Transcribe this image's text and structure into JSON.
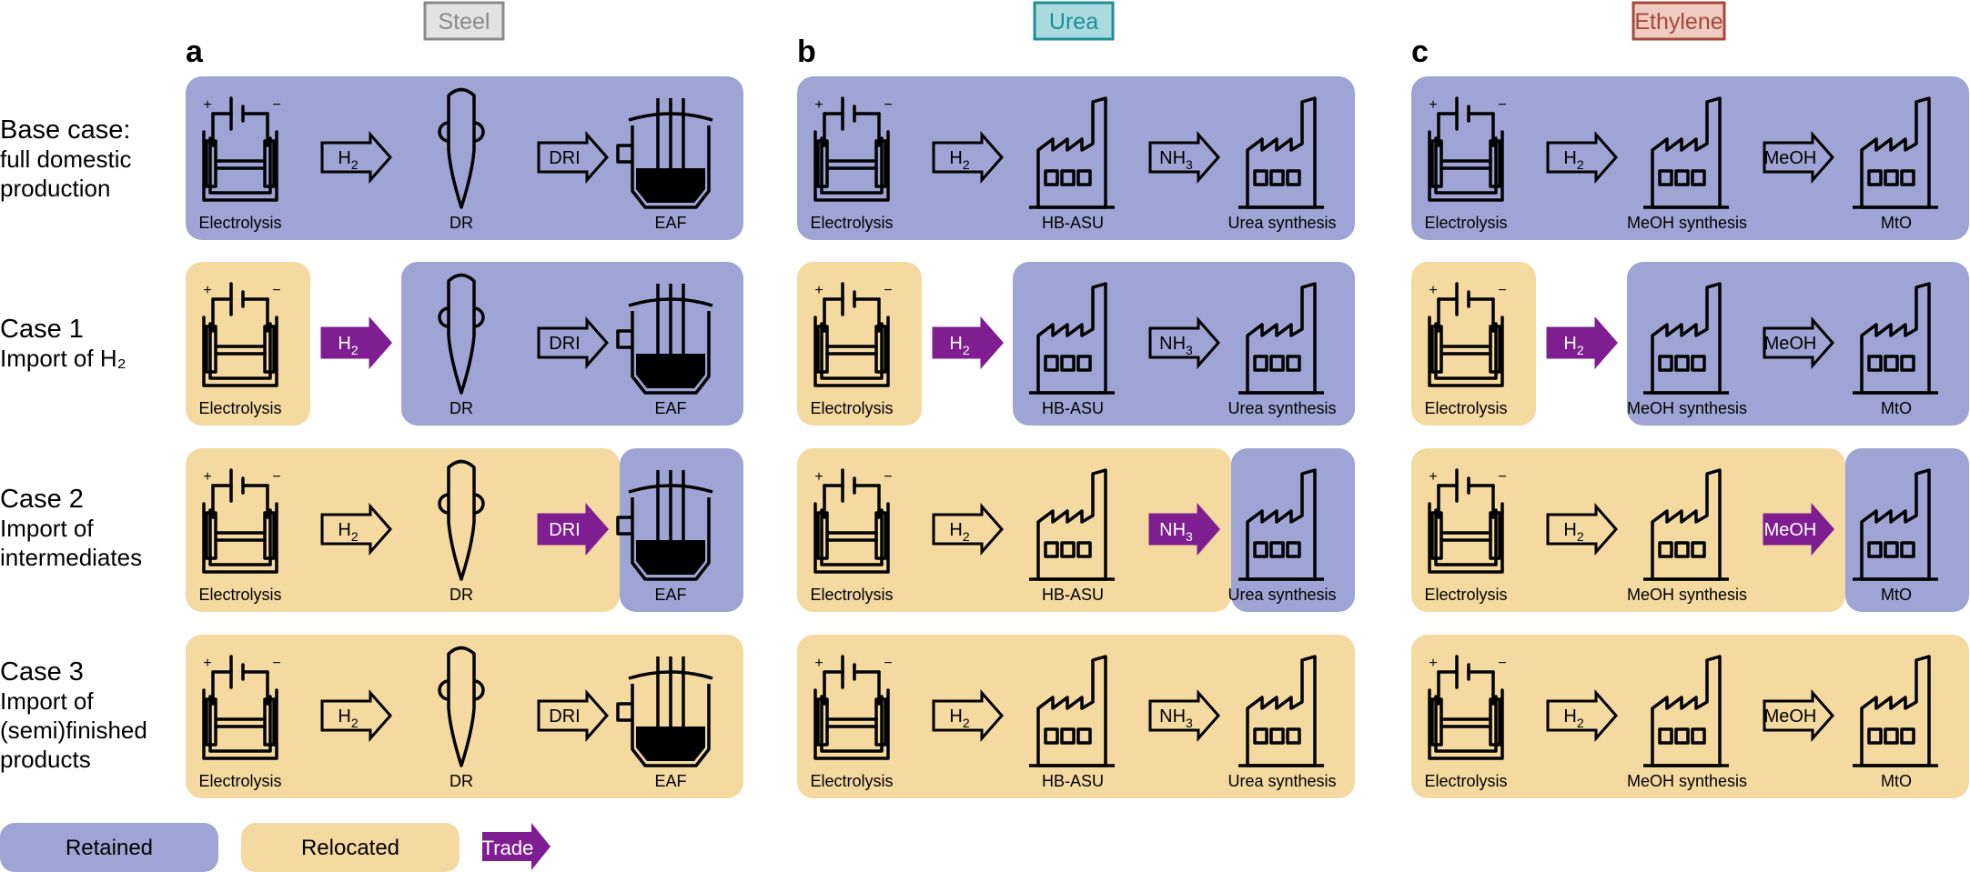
{
  "columns": [
    {
      "letter": "a",
      "name": "Steel",
      "border": "#8a8a8a",
      "fill": "#e2e2e2",
      "text": "#8a8a8a"
    },
    {
      "letter": "b",
      "name": "Urea",
      "border": "#1f8e97",
      "fill": "#a9dbdf",
      "text": "#1f8e97"
    },
    {
      "letter": "c",
      "name": "Ethylene",
      "border": "#a44a3b",
      "fill": "#efcbc2",
      "text": "#a44a3b"
    }
  ],
  "rows": [
    {
      "title": "Base case:",
      "lines": [
        "full domestic",
        "production"
      ]
    },
    {
      "title": "Case 1",
      "lines": [
        "Import of H₂"
      ]
    },
    {
      "title": "Case 2",
      "lines": [
        "Import of",
        "intermediates"
      ]
    },
    {
      "title": "Case 3",
      "lines": [
        "Import of",
        "(semi)finished",
        "products"
      ]
    }
  ],
  "chains": [
    {
      "stages": [
        "Electrolysis",
        "DR",
        "EAF"
      ],
      "icons": [
        "electrolyzer-icon",
        "shaft-furnace-icon",
        "arc-furnace-icon"
      ],
      "arrows": [
        {
          "main": "H",
          "sub": "2"
        },
        {
          "main": "DRI",
          "sub": ""
        }
      ]
    },
    {
      "stages": [
        "Electrolysis",
        "HB-ASU",
        "Urea synthesis"
      ],
      "icons": [
        "electrolyzer-icon",
        "factory-icon",
        "factory-icon"
      ],
      "arrows": [
        {
          "main": "H",
          "sub": "2"
        },
        {
          "main": "NH",
          "sub": "3"
        }
      ]
    },
    {
      "stages": [
        "Electrolysis",
        "MeOH synthesis",
        "MtO"
      ],
      "icons": [
        "electrolyzer-icon",
        "factory-icon",
        "factory-icon"
      ],
      "arrows": [
        {
          "main": "H",
          "sub": "2"
        },
        {
          "main": "MeOH",
          "sub": ""
        }
      ]
    }
  ],
  "legend": {
    "retained": "Retained",
    "relocated": "Relocated",
    "trade": "Trade"
  },
  "colors": {
    "retained": "#9ea4d4",
    "relocated": "#f4d9a0",
    "trade": "#7e1e91"
  }
}
